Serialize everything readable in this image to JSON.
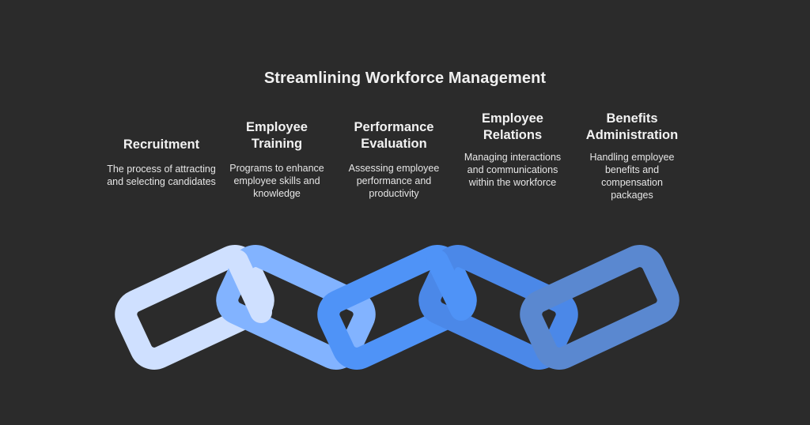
{
  "title": "Streamlining Workforce Management",
  "stages": [
    {
      "heading": "Recruitment",
      "description": "The process of attracting and selecting candidates",
      "color": "#cfe0ff"
    },
    {
      "heading": "Employee Training",
      "description": "Programs to enhance employee skills and knowledge",
      "color": "#82b3ff"
    },
    {
      "heading": "Performance Evaluation",
      "description": "Assessing employee performance and productivity",
      "color": "#4f93f7"
    },
    {
      "heading": "Employee Relations",
      "description": "Managing interactions and communications within the workforce",
      "color": "#4b88e8"
    },
    {
      "heading": "Benefits Administration",
      "description": "Handling employee benefits and compensation packages",
      "color": "#5a88d0"
    }
  ],
  "colors": {
    "background": "#2b2b2b",
    "text": "#f2f2f2"
  }
}
